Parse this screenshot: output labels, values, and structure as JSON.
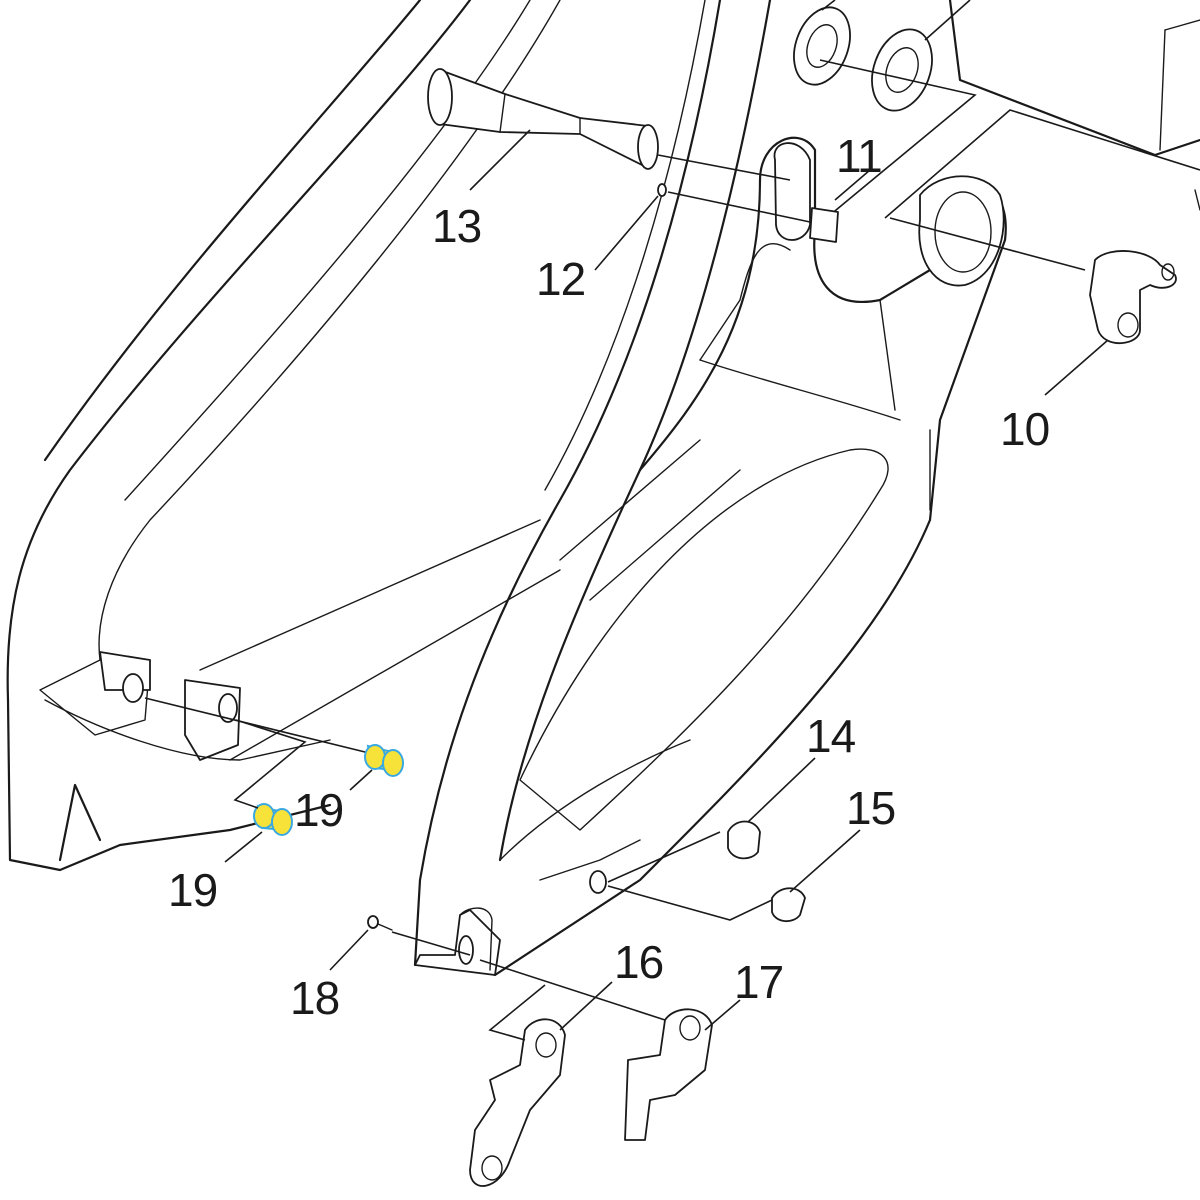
{
  "callouts": {
    "c10": "10",
    "c11": "11",
    "c12": "12",
    "c13": "13",
    "c14": "14",
    "c15": "15",
    "c16": "16",
    "c17": "17",
    "c18": "18",
    "c19a": "19",
    "c19b": "19"
  },
  "colors": {
    "highlight_fill": "#f7e23a",
    "highlight_stroke": "#3aa9e0",
    "line": "#1a1a1a"
  }
}
